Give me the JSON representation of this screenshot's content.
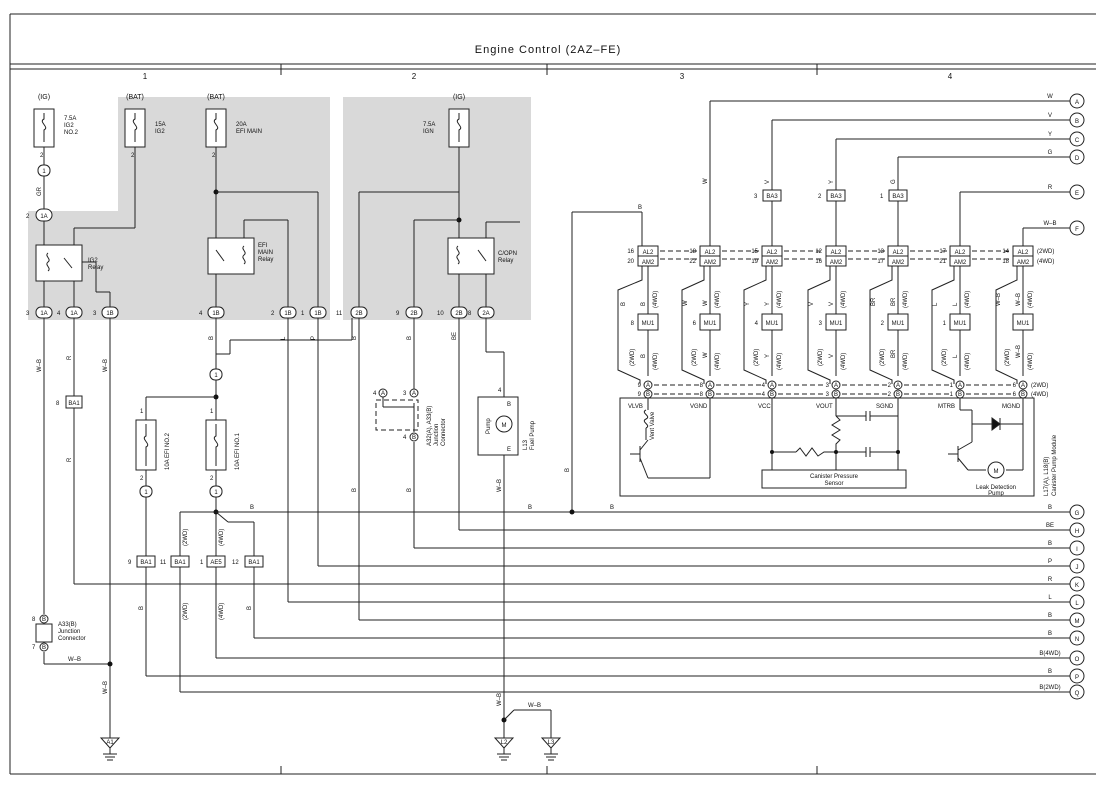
{
  "title": "Engine Control (2AZ–FE)",
  "columns": [
    "1",
    "2",
    "3",
    "4"
  ],
  "power": {
    "ig1": "(IG)",
    "bat1": "(BAT)",
    "bat2": "(BAT)",
    "ig2": "(IG)",
    "fuse_ig2_a": "7.5A",
    "fuse_ig2_b": "IG2",
    "fuse_ig2_c": "NO.2",
    "fuse_15a_a": "15A",
    "fuse_15a_b": "IG2",
    "fuse_20a_a": "20A",
    "fuse_20a_b": "EFI MAIN",
    "fuse_ign_a": "7.5A",
    "fuse_ign_b": "IGN"
  },
  "relays": {
    "ig2_a": "IG2",
    "ig2_b": "Relay",
    "efi_a": "EFI",
    "efi_b": "MAIN",
    "efi_c": "Relay",
    "copn_a": "C/OPN",
    "copn_b": "Relay"
  },
  "pins": {
    "p2": "2",
    "p3": "3",
    "p4": "4",
    "p1": "1",
    "p6": "6",
    "p7": "7",
    "p8": "8",
    "p9": "9",
    "p10": "10",
    "p11": "11",
    "p12": "12",
    "p13": "13",
    "p14": "14",
    "p15": "15",
    "p16": "16",
    "p17": "17",
    "p18": "18",
    "p19": "19",
    "p20": "20",
    "p21": "21",
    "p22": "22"
  },
  "connectors": {
    "c1A": "1A",
    "c1B": "1B",
    "c2B": "2B",
    "c2A": "2A",
    "cA": "A",
    "cB": "B",
    "c1": "1",
    "BA1": "BA1",
    "AE5": "AE5",
    "BA3": "BA3",
    "AL2": "AL2",
    "AM2": "AM2",
    "MU1": "MU1"
  },
  "wires": {
    "GR": "GR",
    "WB": "W–B",
    "R": "R",
    "B": "B",
    "L": "L",
    "P": "P",
    "BE": "BE",
    "W": "W",
    "V": "V",
    "Y": "Y",
    "G": "G",
    "BR": "BR"
  },
  "variants": {
    "v2wd": "(2WD)",
    "v4wd": "(4WD)"
  },
  "components": {
    "efi2": "10A EFI NO.2",
    "efi1": "10A EFI NO.1",
    "jc_a": "A32(A), A33(B)",
    "jc_b": "Junction",
    "jc_c": "Connector",
    "pump": "Pump",
    "pump_b": "B",
    "pump_e": "E",
    "pump_m": "M",
    "l13_a": "L13",
    "l13_b": "Fuel Pump",
    "a33_a": "A33(B)",
    "a33_b": "Junction",
    "a33_c": "Connector",
    "vent": "Vent Valve",
    "pressure_a": "Canister Pressure",
    "pressure_b": "Sensor",
    "ldp_a": "Leak Detection",
    "ldp_b": "Pump",
    "module_a": "L17(A), L18(B)",
    "module_b": "Canister Pump Module",
    "motor": "M"
  },
  "module_pins": [
    "VLVB",
    "VGND",
    "VCC",
    "VOUT",
    "SGND",
    "MTRB",
    "MGND"
  ],
  "grounds": [
    "A1",
    "L2",
    "L3"
  ],
  "right_terminals": [
    {
      "letter": "A",
      "wire": "W"
    },
    {
      "letter": "B",
      "wire": "V"
    },
    {
      "letter": "C",
      "wire": "Y"
    },
    {
      "letter": "D",
      "wire": "G"
    },
    {
      "letter": "E",
      "wire": "R"
    },
    {
      "letter": "F",
      "wire": "W–B"
    },
    {
      "letter": "G",
      "wire": "B"
    },
    {
      "letter": "H",
      "wire": "BE"
    },
    {
      "letter": "I",
      "wire": "B"
    },
    {
      "letter": "J",
      "wire": "P"
    },
    {
      "letter": "K",
      "wire": "R"
    },
    {
      "letter": "L",
      "wire": "L"
    },
    {
      "letter": "M",
      "wire": "B"
    },
    {
      "letter": "N",
      "wire": "B"
    },
    {
      "letter": "O",
      "wire": "B(4WD)"
    },
    {
      "letter": "P",
      "wire": "B"
    },
    {
      "letter": "Q",
      "wire": "B(2WD)"
    }
  ]
}
